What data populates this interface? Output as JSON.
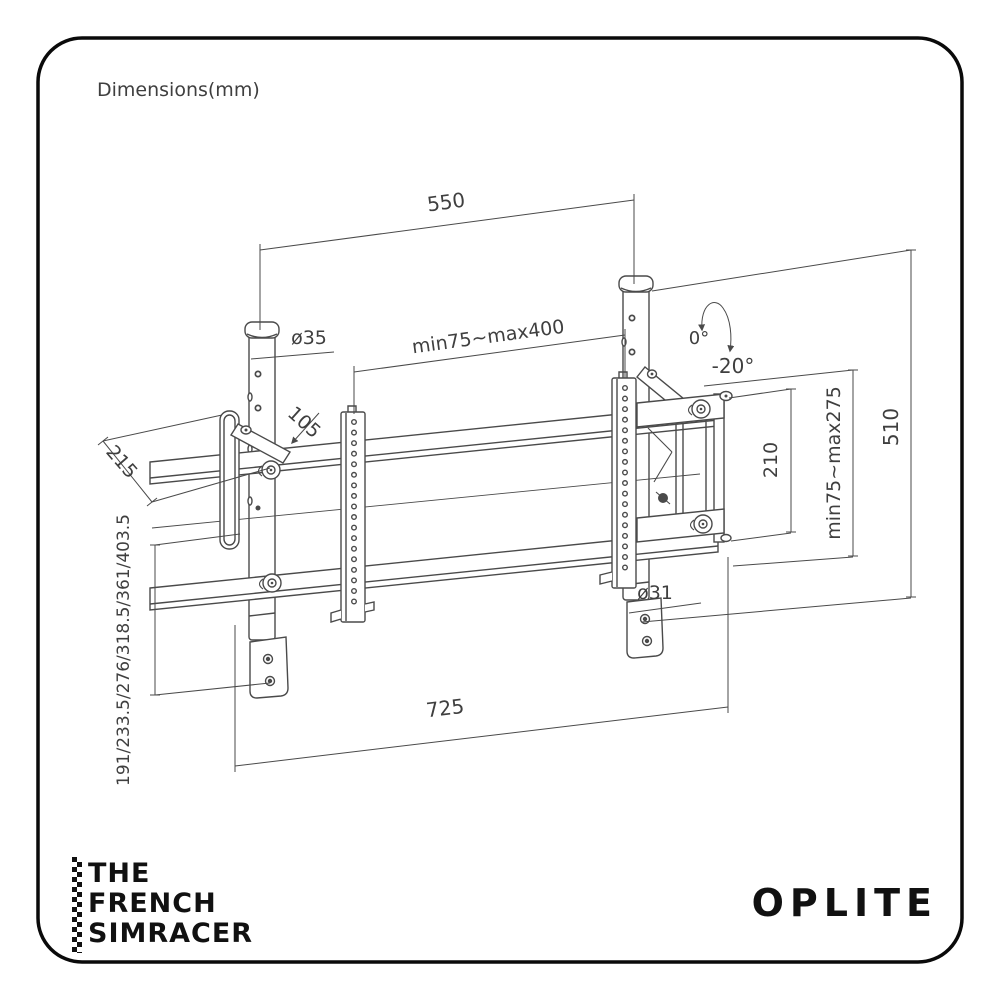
{
  "title": "Dimensions(mm)",
  "dimensions": {
    "top_width": "550",
    "pole_diameter": "ø35",
    "vesa_width_range": "min75~max400",
    "strip_offset": "105",
    "wall_plate_depth": "215",
    "pole_drop_lengths": "191/233.5/276/318.5/361/403.5",
    "tilt_max": "0°",
    "tilt_min": "-20°",
    "bracket_height": "210",
    "vesa_height_range": "min75~max275",
    "overall_height": "510",
    "lower_tube_diameter": "ø31",
    "bottom_width": "725"
  },
  "branding": {
    "left_logo": [
      "THE",
      "FRENCH",
      "SIMRACER"
    ],
    "right_logo": "OPLITE"
  },
  "colors": {
    "background": "#ffffff",
    "frame_border": "#0a0a0a",
    "line_art": "#4a4a4a",
    "label_text": "#3f3f3f",
    "logo_text": "#111111"
  }
}
